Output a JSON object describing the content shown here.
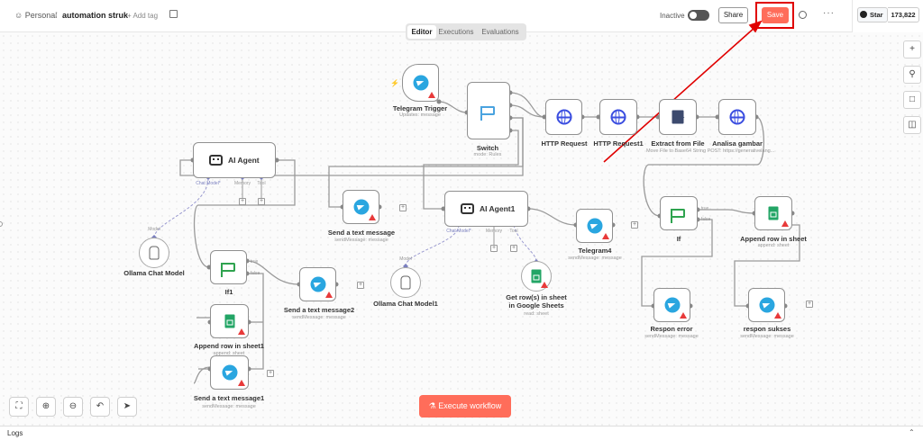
{
  "header": {
    "workspace": "Personal",
    "separator": "/",
    "workflow_name": "automation struk",
    "add_tag": "+ Add tag",
    "status_label": "Inactive",
    "share": "Share",
    "save": "Save",
    "more": "···",
    "github_star": "Star",
    "github_count": "173,822"
  },
  "tabs": [
    {
      "label": "Editor",
      "active": true
    },
    {
      "label": "Executions",
      "active": false
    },
    {
      "label": "Evaluations",
      "active": false
    }
  ],
  "nodes": {
    "telegram_trigger": {
      "label": "Telegram Trigger",
      "sub": "Updates: message"
    },
    "switch": {
      "label": "Switch",
      "sub": "mode: Rules"
    },
    "http1": {
      "label": "HTTP Request"
    },
    "http2": {
      "label": "HTTP Request1"
    },
    "extract": {
      "label": "Extract from File",
      "sub": "Move File to Base64 String"
    },
    "analisa": {
      "label": "Analisa gambar",
      "sub": "POST: https://generativelang..."
    },
    "ai_agent": {
      "label": "AI Agent",
      "chat_model": "Chat Model*",
      "memory": "Memory",
      "tool": "Tool"
    },
    "ollama": {
      "label": "Ollama Chat Model",
      "tag": "Model"
    },
    "send1": {
      "label": "Send a text message",
      "sub": "sendMessage: message"
    },
    "ai_agent1": {
      "label": "AI Agent1",
      "chat_model": "Chat Model*",
      "memory": "Memory",
      "tool": "Tool"
    },
    "telegram4": {
      "label": "Telegram4",
      "sub": "sendMessage: message"
    },
    "ollama1": {
      "label": "Ollama Chat Model1",
      "tag": "Model"
    },
    "get_rows": {
      "label": "Get row(s) in sheet in Google Sheets",
      "label_l1": "Get row(s) in sheet",
      "label_l2": "in Google Sheets",
      "sub": "read: sheet"
    },
    "if1": {
      "label": "If1",
      "true_label": "true",
      "false_label": "false"
    },
    "send2": {
      "label": "Send a text message2",
      "sub": "sendMessage: message"
    },
    "append1": {
      "label": "Append row in sheet1",
      "sub": "append: sheet"
    },
    "send3": {
      "label": "Send a text message1",
      "sub": "sendMessage: message"
    },
    "if": {
      "label": "If",
      "true_label": "true",
      "false_label": "false"
    },
    "append": {
      "label": "Append row in sheet",
      "sub": "append: sheet"
    },
    "respon_error": {
      "label": "Respon error",
      "sub": "sendMessage: message"
    },
    "respon_sukses": {
      "label": "respon sukses",
      "sub": "sendMessage: message"
    }
  },
  "controls": {
    "execute": "Execute workflow",
    "logs": "Logs"
  },
  "colors": {
    "accent": "#ff6d5a",
    "highlight_annotation": "#e00000",
    "telegram": "#2aa6e0",
    "sheets": "#23a566"
  },
  "icons": [
    "person-icon",
    "edit-icon",
    "history-icon",
    "github-icon",
    "fit-view-icon",
    "zoom-in-icon",
    "zoom-out-icon",
    "undo-icon",
    "pointer-icon",
    "plus-icon",
    "search-icon",
    "sticky-note-icon",
    "panel-icon",
    "flask-icon"
  ]
}
